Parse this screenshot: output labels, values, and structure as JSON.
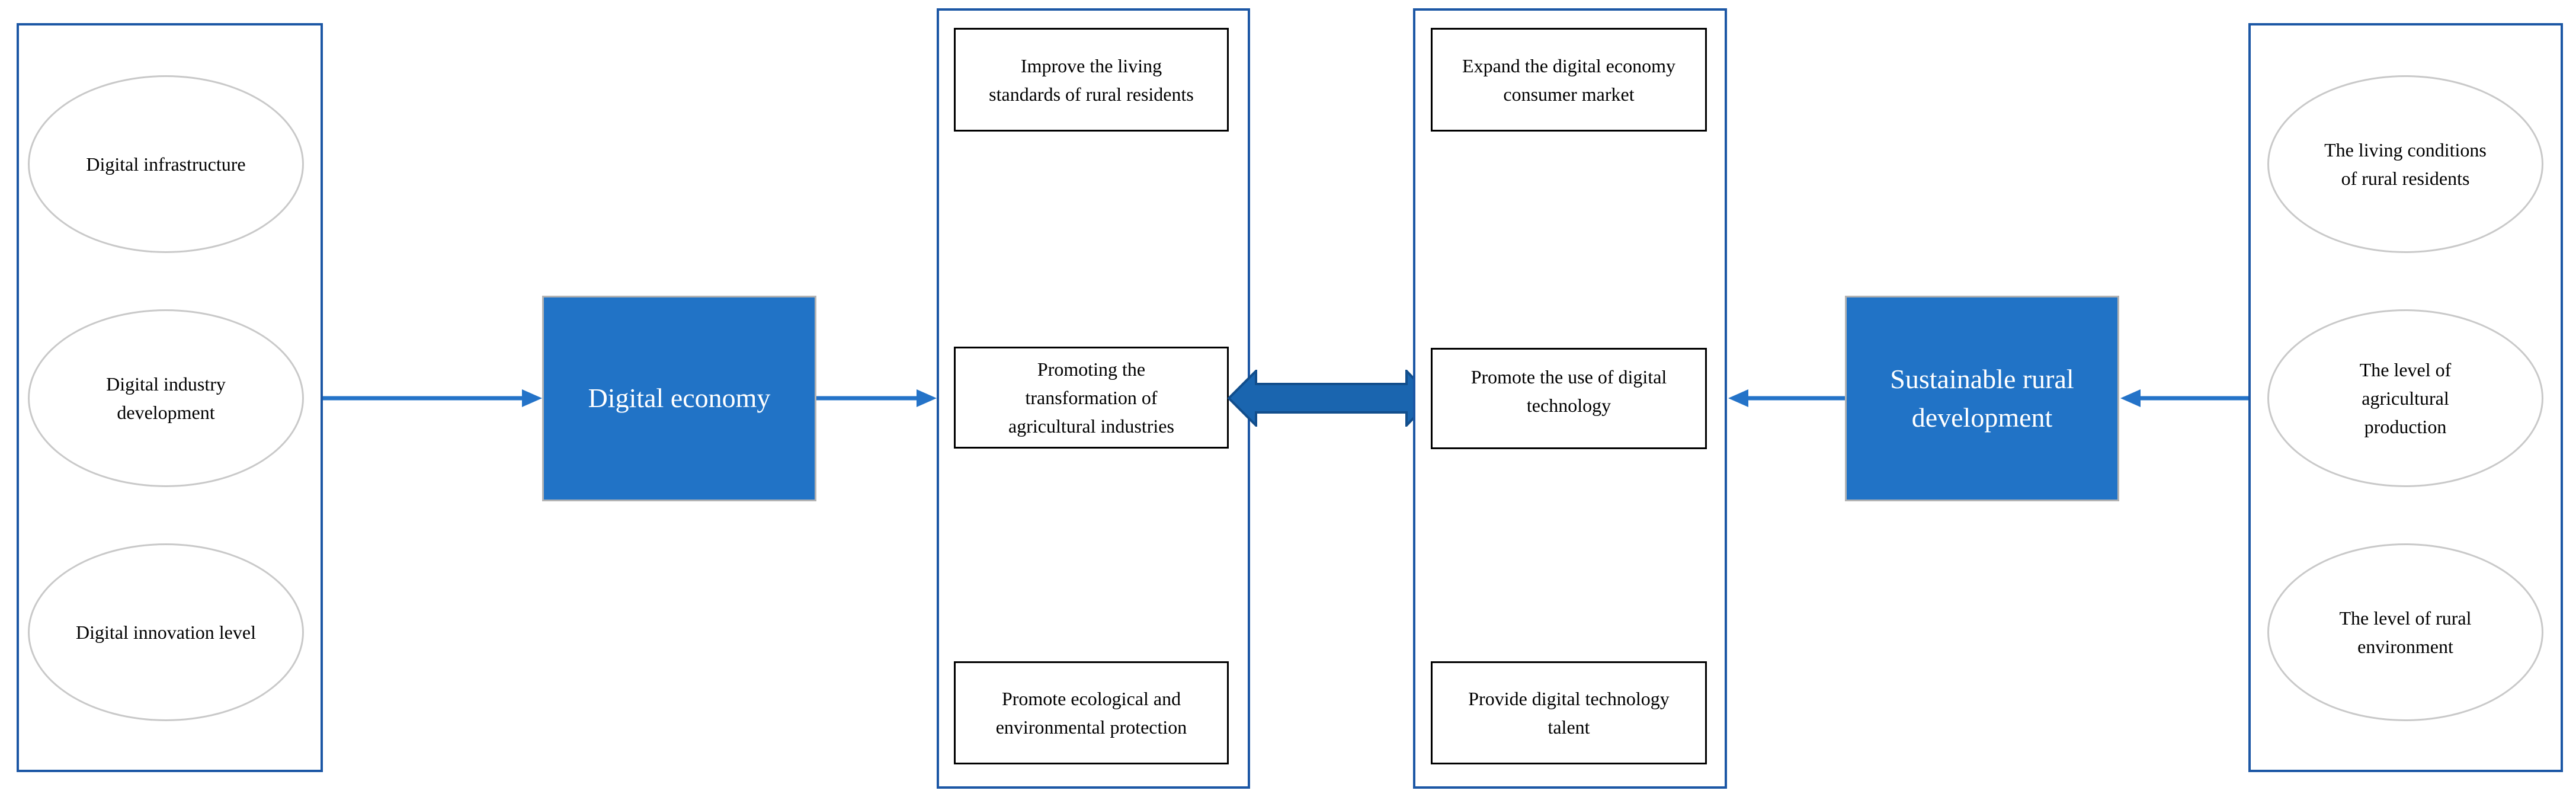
{
  "colors": {
    "panel-border": "#1C57A5",
    "accent-blue": "#2473C8",
    "box-fill": "#2173C6",
    "box-border-gray": "#B3B3B3",
    "thick-arrow-fill": "#1A65AF",
    "thick-arrow-stroke": "#124E8C",
    "ellipse-border": "#C9C9C9",
    "text-black": "#000000",
    "text-white": "#FFFFFF"
  },
  "left_panel": {
    "items": [
      "Digital infrastructure",
      "Digital industry development",
      "Digital innovation level"
    ]
  },
  "digital_economy_label": "Digital economy",
  "mid_left_panel": {
    "items": [
      "Improve the living standards of rural residents",
      "Promoting the transformation of agricultural industries",
      "Promote ecological and environmental protection"
    ]
  },
  "mid_right_panel": {
    "items": [
      "Expand the digital economy consumer market",
      "Promote the use of digital technology",
      "Provide digital technology talent"
    ]
  },
  "sustainable_label": "Sustainable rural development",
  "right_panel": {
    "items": [
      "The living conditions of rural residents",
      "The level of agricultural production",
      "The level of rural environment"
    ]
  }
}
